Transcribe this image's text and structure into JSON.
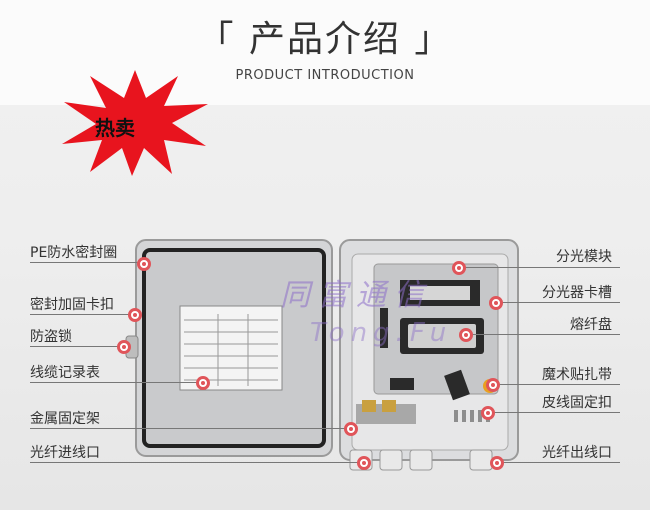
{
  "header": {
    "title": "「 产品介绍 」",
    "subtitle": "PRODUCT INTRODUCTION"
  },
  "badge": {
    "text": "热卖",
    "color": "#e8141e"
  },
  "labels_left": [
    "PE防水密封圈",
    "密封加固卡扣",
    "防盗锁",
    "线缆记录表",
    "金属固定架",
    "光纤进线口"
  ],
  "labels_right": [
    "分光模块",
    "分光器卡槽",
    "熔纤盘",
    "魔术贴扎带",
    "皮线固定扣",
    "光纤出线口"
  ],
  "watermark": {
    "line1": "同富通信",
    "line2": "Tong.Fu"
  },
  "colors": {
    "marker": "#e0555a",
    "box_body": "#d9dadc",
    "box_border": "#222222"
  }
}
